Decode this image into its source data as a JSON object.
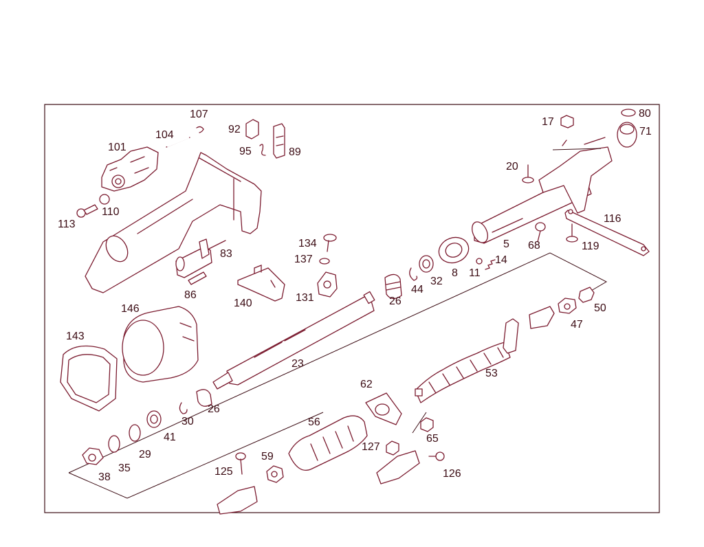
{
  "diagram": {
    "colors": {
      "line": "#7a1a2e",
      "text": "#3a0a12",
      "background": "#ffffff"
    },
    "part_numbers": {
      "p107": "107",
      "p104": "104",
      "p101": "101",
      "p92": "92",
      "p95": "95",
      "p89": "89",
      "p113": "113",
      "p110": "110",
      "p83": "83",
      "p86": "86",
      "p140": "140",
      "p134": "134",
      "p137": "137",
      "p131": "131",
      "p17": "17",
      "p80": "80",
      "p71": "71",
      "p20": "20",
      "p116": "116",
      "p5": "5",
      "p68": "68",
      "p119": "119",
      "p14": "14",
      "p11": "11",
      "p8": "8",
      "p32": "32",
      "p44": "44",
      "p26a": "26",
      "p50": "50",
      "p47": "47",
      "p146": "146",
      "p143": "143",
      "p23": "23",
      "p53": "53",
      "p26b": "26",
      "p30": "30",
      "p41": "41",
      "p29": "29",
      "p35": "35",
      "p38": "38",
      "p62": "62",
      "p65": "65",
      "p56": "56",
      "p59": "59",
      "p125": "125",
      "p127": "127",
      "p126": "126"
    }
  }
}
